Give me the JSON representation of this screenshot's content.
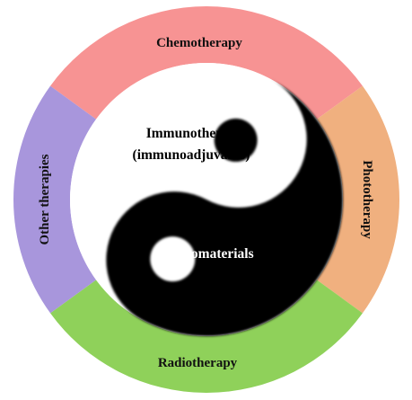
{
  "ring_segments": [
    {
      "key": "chemo",
      "label": "Chemotherapy",
      "color": "#f79393"
    },
    {
      "key": "photo",
      "label": "Phototherapy",
      "color": "#f0b07f"
    },
    {
      "key": "radio",
      "label": "Radiotherapy",
      "color": "#8fd15a"
    },
    {
      "key": "other",
      "label": "Other therapies",
      "color": "#a896dc"
    }
  ],
  "center": {
    "light_label_line1": "Immunotherapy",
    "light_label_line2": "(immunoadjuvants)",
    "dark_label": "Nanomaterials",
    "light_color": "#ffffff",
    "dark_color": "#000000"
  }
}
